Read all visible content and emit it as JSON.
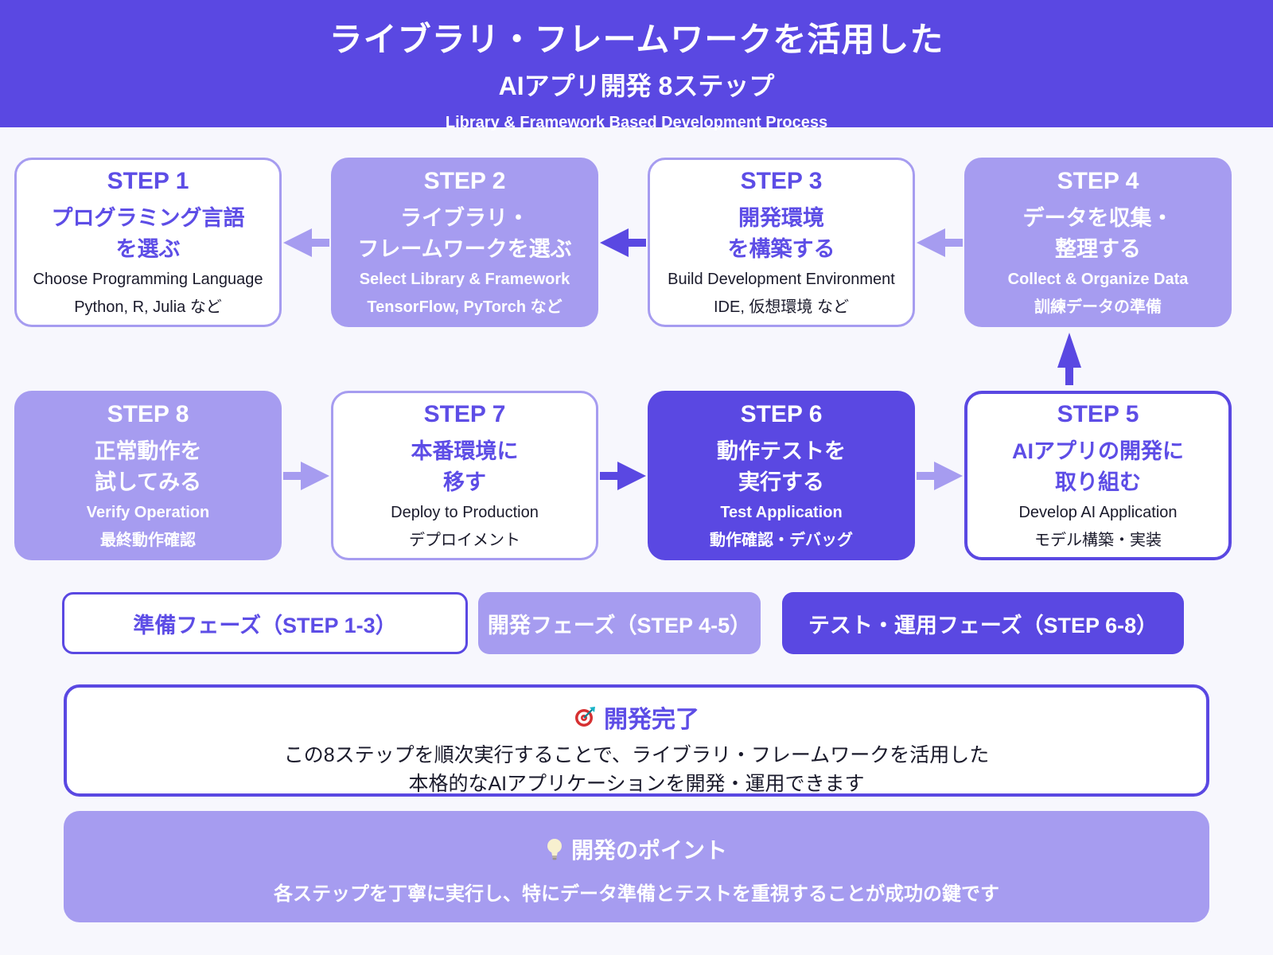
{
  "header": {
    "title_line1": "ライブラリ・フレームワークを活用した",
    "title_line2": "AIアプリ開発 8ステップ",
    "subtitle": "Library & Framework Based Development Process"
  },
  "steps": [
    {
      "label": "STEP 1",
      "jp1": "プログラミング言語",
      "jp2": "を選ぶ",
      "en": "Choose Programming Language",
      "detail": "Python, R, Julia など"
    },
    {
      "label": "STEP 2",
      "jp1": "ライブラリ・",
      "jp2": "フレームワークを選ぶ",
      "en": "Select Library & Framework",
      "detail": "TensorFlow, PyTorch など"
    },
    {
      "label": "STEP 3",
      "jp1": "開発環境",
      "jp2": "を構築する",
      "en": "Build Development Environment",
      "detail": "IDE, 仮想環境 など"
    },
    {
      "label": "STEP 4",
      "jp1": "データを収集・",
      "jp2": "整理する",
      "en": "Collect & Organize Data",
      "detail": "訓練データの準備"
    },
    {
      "label": "STEP 8",
      "jp1": "正常動作を",
      "jp2": "試してみる",
      "en": "Verify Operation",
      "detail": "最終動作確認"
    },
    {
      "label": "STEP 7",
      "jp1": "本番環境に",
      "jp2": "移す",
      "en": "Deploy to Production",
      "detail": "デプロイメント"
    },
    {
      "label": "STEP 6",
      "jp1": "動作テストを",
      "jp2": "実行する",
      "en": "Test Application",
      "detail": "動作確認・デバッグ"
    },
    {
      "label": "STEP 5",
      "jp1": "AIアプリの開発に",
      "jp2": "取り組む",
      "en": "Develop AI Application",
      "detail": "モデル構築・実装"
    }
  ],
  "phases": [
    {
      "label": "準備フェーズ（STEP 1-3）"
    },
    {
      "label": "開発フェーズ（STEP 4-5）"
    },
    {
      "label": "テスト・運用フェーズ（STEP 6-8）"
    }
  ],
  "completion": {
    "title": "開発完了",
    "line1": "この8ステップを順次実行することで、ライブラリ・フレームワークを活用した",
    "line2": "本格的なAIアプリケーションを開発・運用できます"
  },
  "points": {
    "title": "開発のポイント",
    "body": "各ステップを丁寧に実行し、特にデータ準備とテストを重視することが成功の鍵です"
  },
  "icons": {
    "completion_icon": "target-icon",
    "points_icon": "lightbulb-icon"
  },
  "colors": {
    "primary_purple": "#5a48e2",
    "light_purple": "#a69cf0",
    "text_purple": "#5d4de6",
    "dark_text": "#1a1a2b",
    "page_background": "#f7f7fd",
    "white": "#ffffff"
  }
}
